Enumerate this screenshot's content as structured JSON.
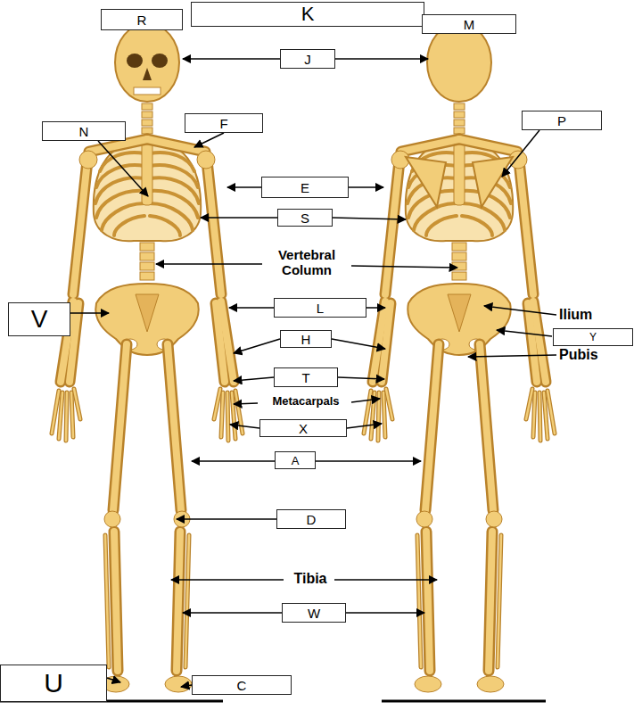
{
  "diagram": {
    "nodes": [
      {
        "text": [
          "R"
        ]
      },
      {
        "text": [
          "K"
        ]
      },
      {
        "text": [
          "M"
        ]
      },
      {
        "text": [
          "J"
        ]
      },
      {
        "text": [
          "F"
        ]
      },
      {
        "text": [
          "N"
        ]
      },
      {
        "text": [
          "P"
        ]
      },
      {
        "text": [
          "E"
        ]
      },
      {
        "text": [
          "S"
        ]
      },
      {
        "text": [
          "V"
        ]
      },
      {
        "text": [
          "L"
        ]
      },
      {
        "text": [
          "Y"
        ]
      },
      {
        "text": [
          "H"
        ]
      },
      {
        "text": [
          "T"
        ]
      },
      {
        "text": [
          "X"
        ]
      },
      {
        "text": [
          "A"
        ]
      },
      {
        "text": [
          "D"
        ]
      },
      {
        "text": [
          "W"
        ]
      },
      {
        "text": [
          "U"
        ]
      },
      {
        "text": [
          "C"
        ]
      }
    ],
    "labels": [
      "Vertebral Column",
      "Ilium",
      "Pubis",
      "Metacarpals",
      "Tibia"
    ]
  }
}
